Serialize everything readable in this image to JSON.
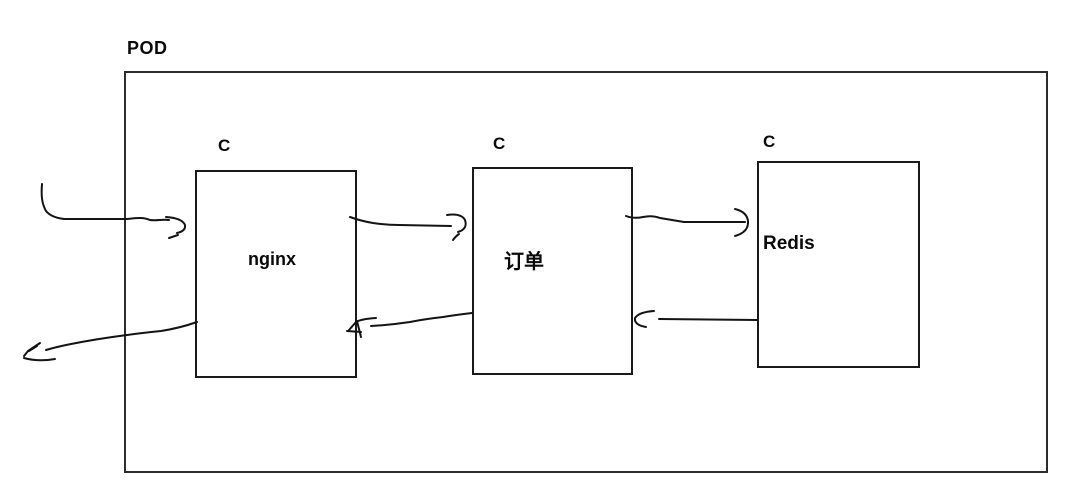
{
  "diagram": {
    "pod": {
      "label": "POD"
    },
    "containers": [
      {
        "marker": "C",
        "name": "nginx"
      },
      {
        "marker": "C",
        "name": "订单"
      },
      {
        "marker": "C",
        "name": "Redis"
      }
    ],
    "edges": [
      {
        "from": "external",
        "to": "nginx",
        "position": "top-left-inbound"
      },
      {
        "from": "nginx",
        "to": "订单",
        "position": "top"
      },
      {
        "from": "订单",
        "to": "Redis",
        "position": "top"
      },
      {
        "from": "Redis",
        "to": "订单",
        "position": "bottom"
      },
      {
        "from": "订单",
        "to": "nginx",
        "position": "bottom"
      },
      {
        "from": "nginx",
        "to": "external",
        "position": "bottom-left-outbound"
      }
    ],
    "colors": {
      "line": "#141414",
      "border": "#1a1a1a",
      "pod_border": "#2d2d2d",
      "background": "#ffffff",
      "text": "#0a0a0a"
    }
  }
}
